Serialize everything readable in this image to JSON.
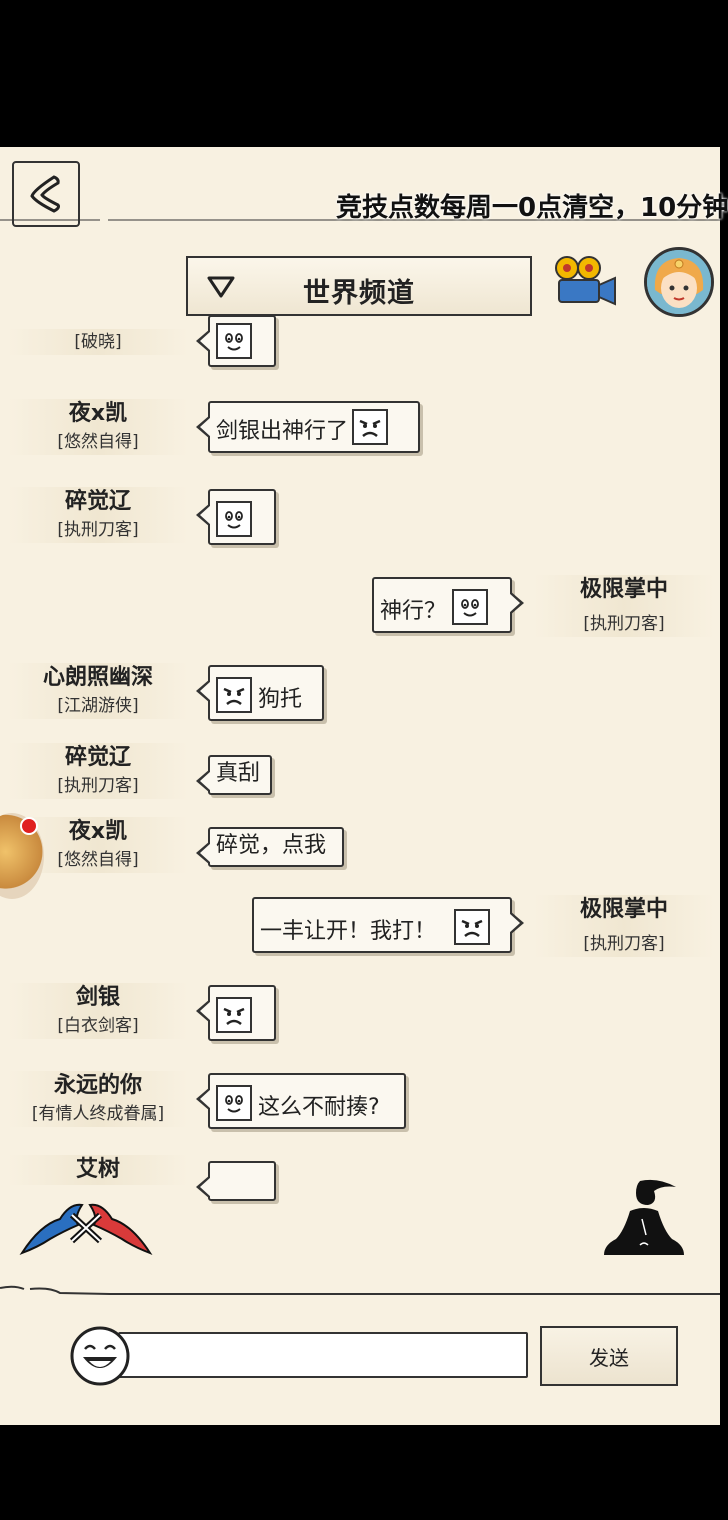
{
  "ticker": {
    "text": "竞技点数每周一0点清空，10分钟"
  },
  "channel": {
    "name": "世界频道"
  },
  "messages": [
    {
      "nick": "",
      "title": "[破晓]",
      "text": "",
      "side": "left",
      "emoji": "smile"
    },
    {
      "nick": "夜x凯",
      "title": "[悠然自得]",
      "text": "剑银出神行了",
      "side": "left",
      "emoji": "angry"
    },
    {
      "nick": "碎觉辽",
      "title": "[执刑刀客]",
      "text": "",
      "side": "left",
      "emoji": "smile"
    },
    {
      "nick": "极限掌中",
      "title": "[执刑刀客]",
      "text": "神行？",
      "side": "right",
      "emoji": "smile"
    },
    {
      "nick": "心朗照幽深",
      "title": "[江湖游侠]",
      "text": "狗托",
      "side": "left",
      "emoji": "angry"
    },
    {
      "nick": "碎觉辽",
      "title": "[执刑刀客]",
      "text": "真刮",
      "side": "left",
      "emoji": ""
    },
    {
      "nick": "夜x凯",
      "title": "[悠然自得]",
      "text": "碎觉，点我",
      "side": "left",
      "emoji": ""
    },
    {
      "nick": "极限掌中",
      "title": "[执刑刀客]",
      "text": "一丰让开！我打！",
      "side": "right",
      "emoji": "angry"
    },
    {
      "nick": "剑银",
      "title": "[白衣剑客]",
      "text": "",
      "side": "left",
      "emoji": "angry"
    },
    {
      "nick": "永远的你",
      "title": "[有情人终成眷属]",
      "text": "这么不耐揍?",
      "side": "left",
      "emoji": "smile"
    },
    {
      "nick": "艾树",
      "title": "",
      "text": "",
      "side": "left",
      "emoji": ""
    }
  ],
  "input": {
    "value": "",
    "placeholder": ""
  },
  "send": {
    "label": "发送"
  },
  "icons": {
    "back": "back-arrow-icon",
    "channel_toggle": "triangle-down-icon",
    "camera": "movie-camera-icon",
    "avatar": "girl-avatar-icon",
    "chest": "treasure-chest-icon",
    "vs": "versus-fighters-icon",
    "meditate": "meditating-figure-icon",
    "emoji": "laughing-face-icon"
  },
  "colors": {
    "paper": "#f8f1e1",
    "ink": "#222222",
    "badge": "#e02020"
  }
}
